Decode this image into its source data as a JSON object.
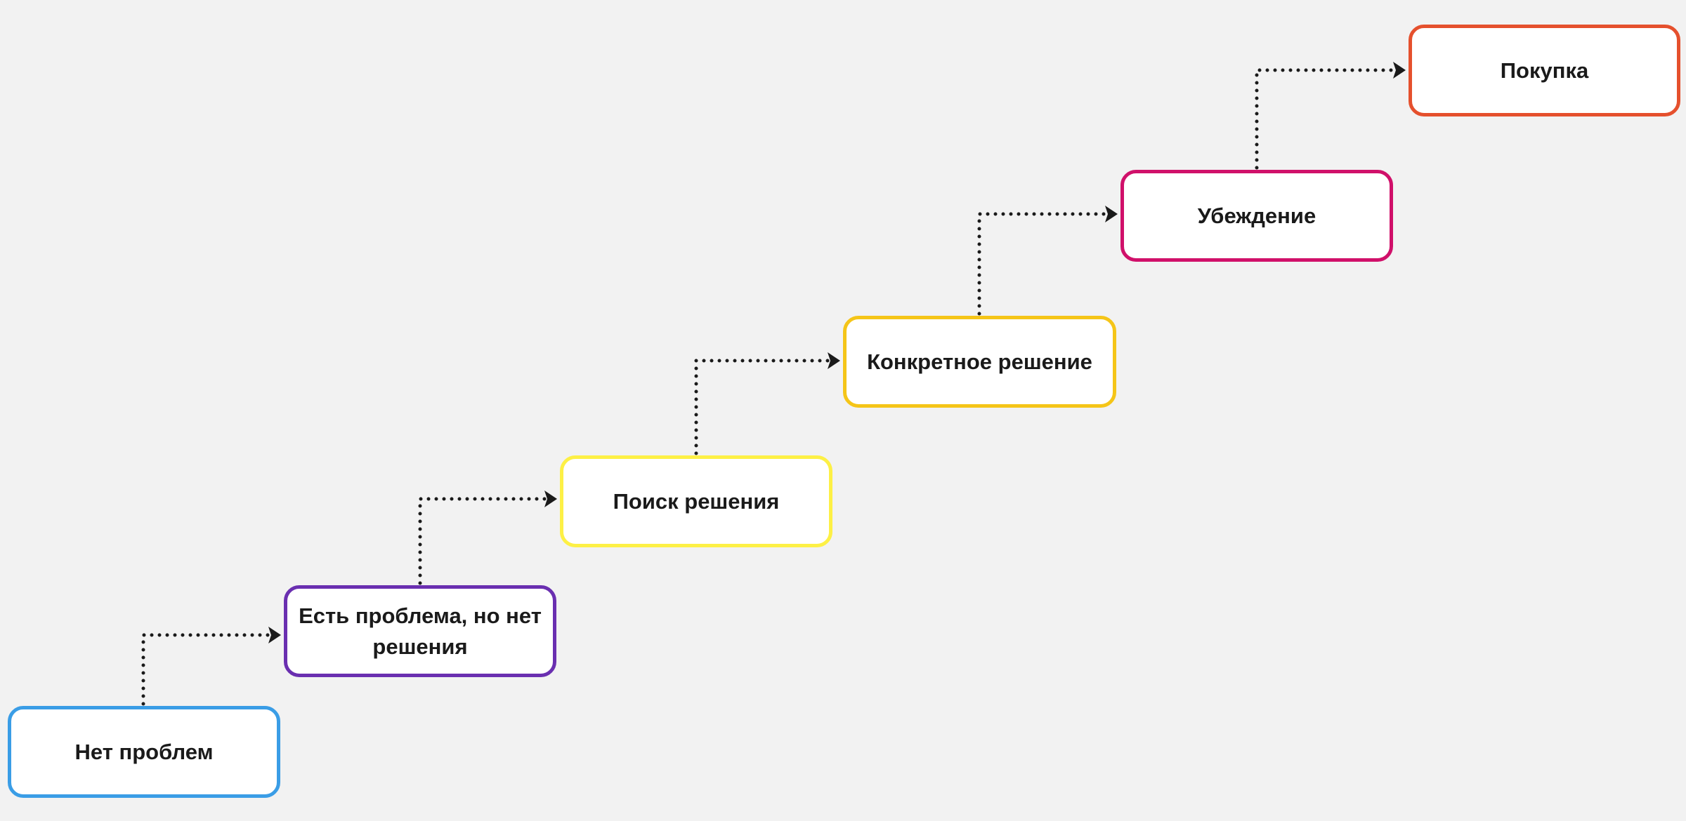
{
  "colors": {
    "stage1": "#3a9de6",
    "stage2": "#6a2fb0",
    "stage3": "#fdf045",
    "stage4": "#f5c518",
    "stage5": "#d0106a",
    "stage6": "#e5502d",
    "connector": "#1a1a1a",
    "background": "#f2f2f2"
  },
  "stages": [
    {
      "label": "Нет проблем"
    },
    {
      "label": "Есть проблема, но нет решения"
    },
    {
      "label": "Поиск решения"
    },
    {
      "label": "Конкретное решение"
    },
    {
      "label": "Убеждение"
    },
    {
      "label": "Покупка"
    }
  ]
}
